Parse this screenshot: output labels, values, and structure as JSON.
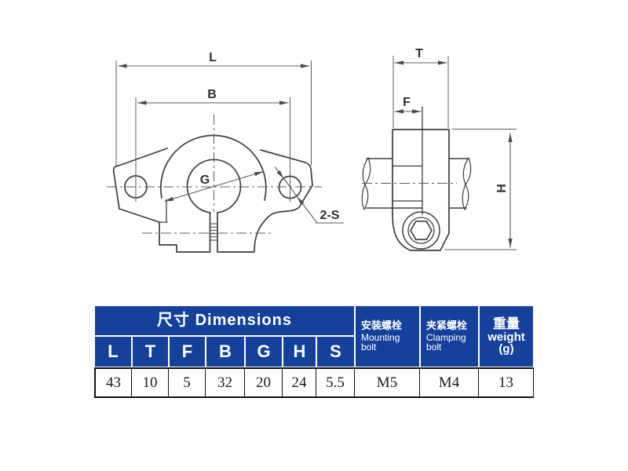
{
  "colors": {
    "header_bg": "#16419b",
    "header_text": "#ffffff",
    "table_border": "#111111",
    "line_color": "#3d3d3d",
    "dim_color": "#5c5c5c"
  },
  "drawing": {
    "front_view": {
      "label_L": "L",
      "label_B": "B",
      "label_G": "G",
      "label_holes": "2-S"
    },
    "side_view": {
      "label_T": "T",
      "label_F": "F",
      "label_H": "H"
    }
  },
  "table": {
    "header_main": "尺寸  Dimensions",
    "columns": [
      "L",
      "T",
      "F",
      "B",
      "G",
      "H",
      "S"
    ],
    "values": [
      "43",
      "10",
      "5",
      "32",
      "20",
      "24",
      "5.5"
    ],
    "mounting_bolt": {
      "zh": "安装螺栓",
      "en1": "Mounting",
      "en2": "bolt",
      "value": "M5"
    },
    "clamping_bolt": {
      "zh": "夹紧螺栓",
      "en1": "Clamping",
      "en2": "bolt",
      "value": "M4"
    },
    "weight": {
      "zh": "重量",
      "en": "weight",
      "unit": "(g)",
      "value": "13"
    }
  }
}
